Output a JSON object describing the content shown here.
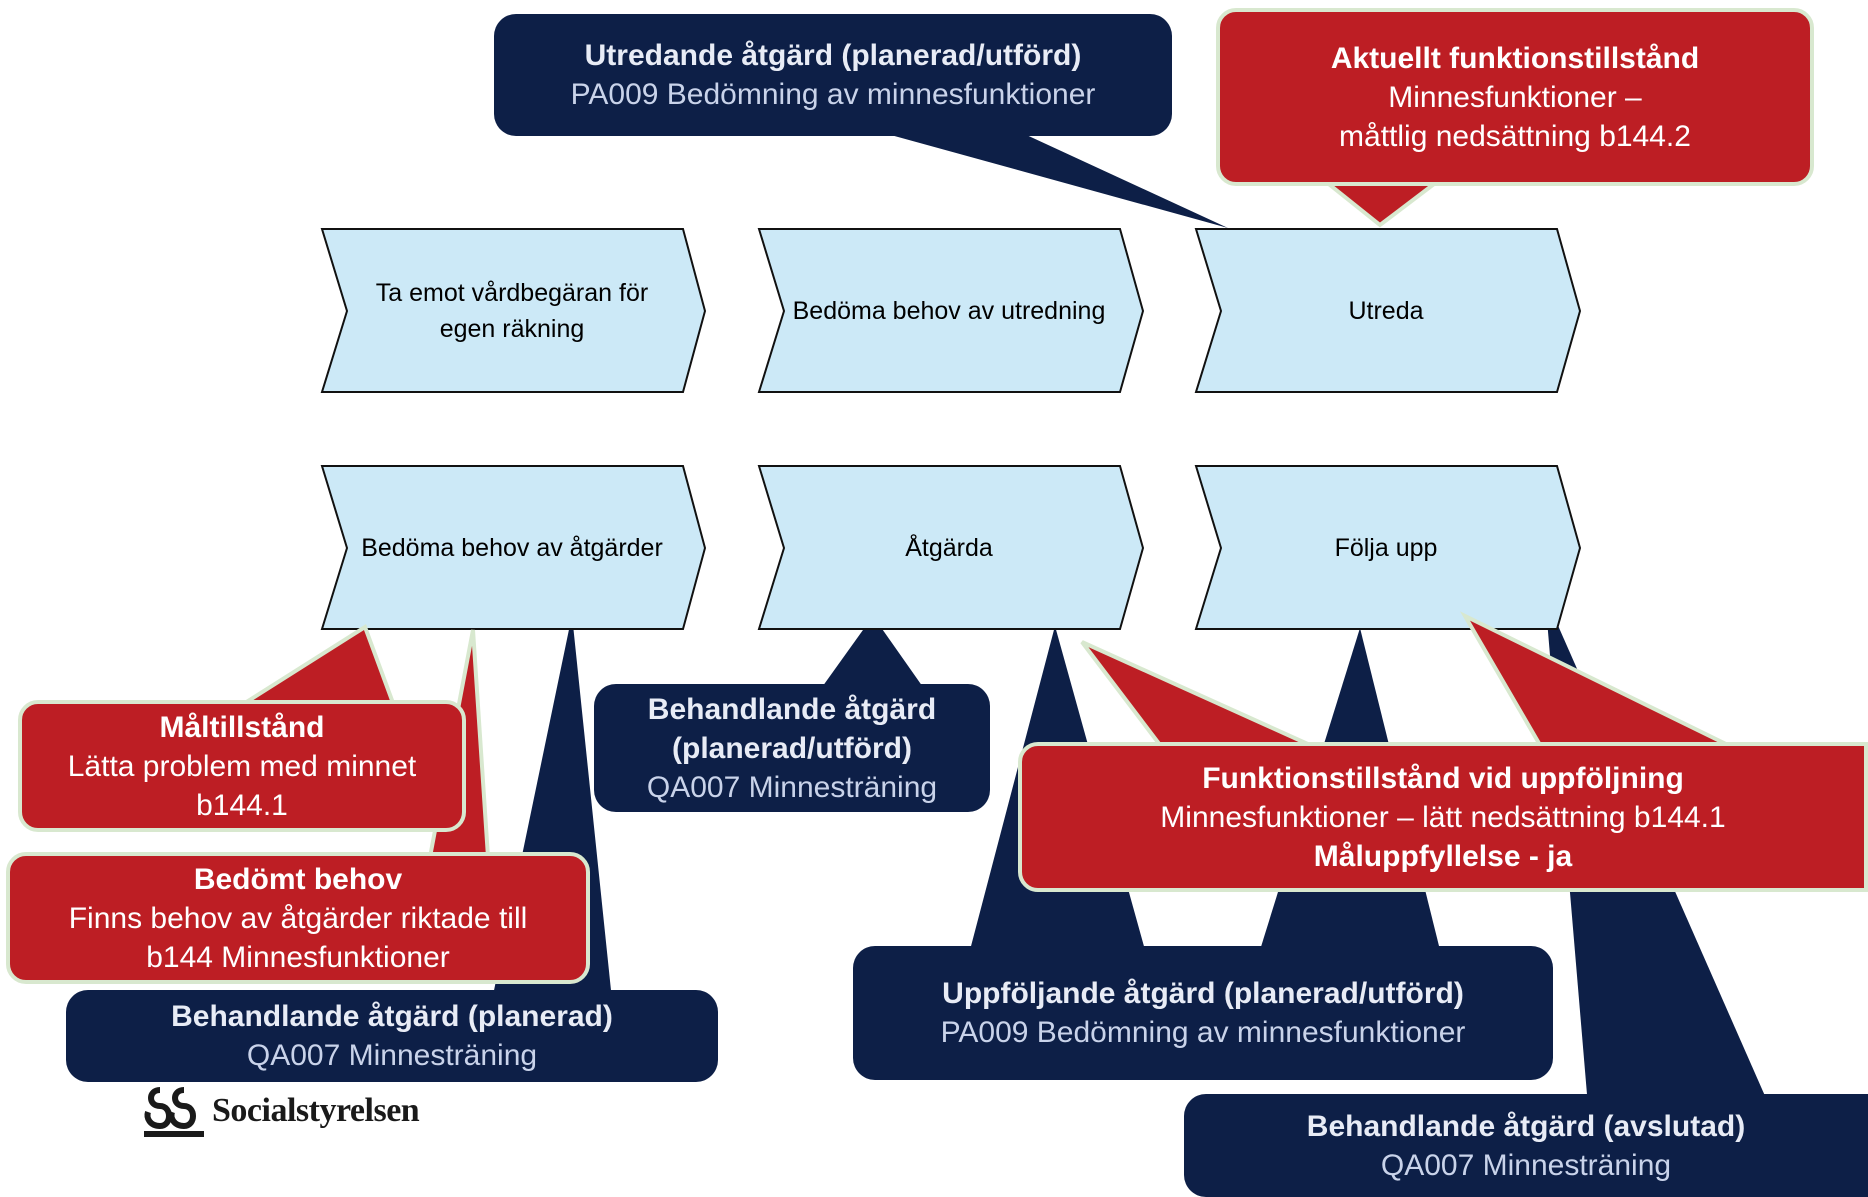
{
  "process_steps": [
    {
      "label": "Ta emot vårdbegäran för egen räkning"
    },
    {
      "label": "Bedöma behov av utredning"
    },
    {
      "label": "Utreda"
    },
    {
      "label": "Bedöma behov av åtgärder"
    },
    {
      "label": "Åtgärda"
    },
    {
      "label": "Följa upp"
    }
  ],
  "callouts": {
    "utredande": {
      "title": "Utredande åtgärd (planerad/utförd)",
      "body": "PA009 Bedömning av minnesfunktioner"
    },
    "aktuellt": {
      "title": "Aktuellt funktionstillstånd",
      "body1": "Minnesfunktioner –",
      "body2": "måttlig nedsättning b144.2"
    },
    "maltillstand": {
      "title": "Måltillstånd",
      "body1": "Lätta problem med minnet",
      "body2": "b144.1"
    },
    "bedomt": {
      "title": "Bedömt behov",
      "body1": "Finns behov av åtgärder riktade till",
      "body2": "b144 Minnesfunktioner"
    },
    "behandlande_planerad": {
      "title": "Behandlande åtgärd (planerad)",
      "body": "QA007 Minnesträning"
    },
    "behandlande_planerad_utford": {
      "title1": "Behandlande åtgärd",
      "title2": "(planerad/utförd)",
      "body": "QA007 Minnesträning"
    },
    "funktion_uppfoljning": {
      "title": "Funktionstillstånd vid uppföljning",
      "body": "Minnesfunktioner – lätt nedsättning b144.1",
      "title2": "Måluppfyllelse - ja"
    },
    "uppfoljande": {
      "title": "Uppföljande åtgärd (planerad/utförd)",
      "body": "PA009 Bedömning av minnesfunktioner"
    },
    "behandlande_avslutad": {
      "title": "Behandlande åtgärd (avslutad)",
      "body": "QA007 Minnesträning"
    }
  },
  "logo": {
    "text": "Socialstyrelsen"
  },
  "colors": {
    "chevron_fill": "#cce9f7",
    "navy": "#0d1f47",
    "red": "#bd1e24",
    "red_border": "#d8e8cf"
  }
}
